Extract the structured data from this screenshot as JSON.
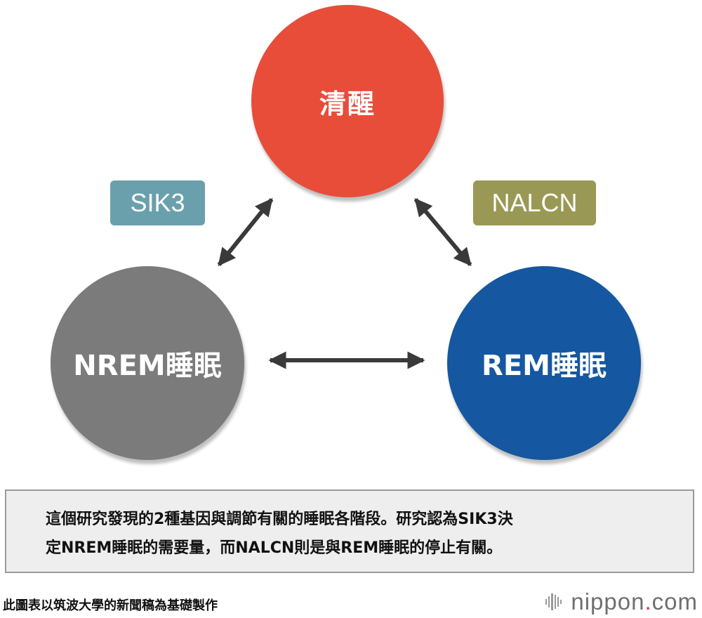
{
  "diagram": {
    "nodes": {
      "wake": {
        "label": "清醒",
        "color": "#e84d3a"
      },
      "nrem": {
        "label": "NREM睡眠",
        "color": "#7b7b7b"
      },
      "rem": {
        "label": "REM睡眠",
        "color": "#1557a0"
      }
    },
    "tags": {
      "sik3": {
        "label": "SIK3",
        "color": "#6aa0ab"
      },
      "nalcn": {
        "label": "NALCN",
        "color": "#999955"
      }
    },
    "edges": [
      {
        "from": "nrem",
        "to": "wake",
        "style": "double-arrow"
      },
      {
        "from": "wake",
        "to": "rem",
        "style": "double-arrow"
      },
      {
        "from": "nrem",
        "to": "rem",
        "style": "double-arrow"
      }
    ],
    "arrow_color": "#3a3a3a"
  },
  "caption": {
    "line1": "這個研究發現的2種基因與調節有關的睡眠各階段。研究認為SIK3決",
    "line2": "定NREM睡眠的需要量，而NALCN則是與REM睡眠的停止有關。"
  },
  "footer": {
    "note": "此圖表以筑波大學的新聞稿為基礎製作",
    "brand_main": "nippon",
    "brand_dot": ".",
    "brand_tld": "com"
  }
}
